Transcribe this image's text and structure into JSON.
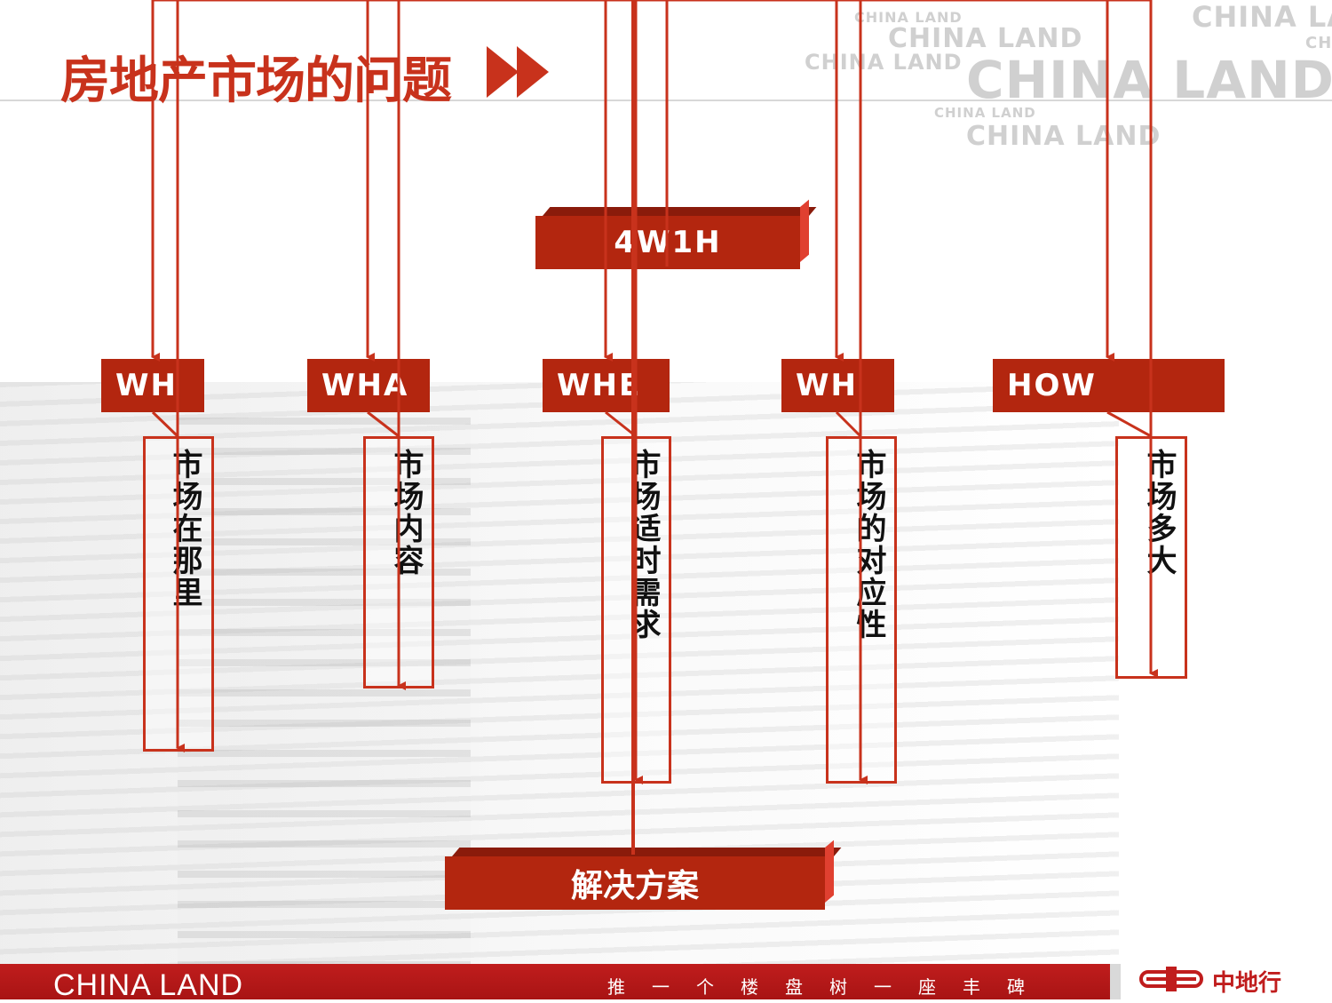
{
  "header": {
    "title": "房地产市场的问题"
  },
  "watermarks": [
    "CHINA LAND",
    "CHINA LAND",
    "CHINA LAND",
    "CHINA LAND",
    "CHINA LAND",
    "CHINA LAND",
    "CHINA LA",
    "CH"
  ],
  "diagram": {
    "root": "4W1H",
    "categories": [
      {
        "label": "WH",
        "description": "市场在那里"
      },
      {
        "label": "WHA",
        "description": "市场内容"
      },
      {
        "label": "WHE",
        "description": "市场适时需求"
      },
      {
        "label": "WH",
        "description": "市场的对应性"
      },
      {
        "label": "HOW",
        "description": "市场多大"
      }
    ],
    "result": "解决方案"
  },
  "footer": {
    "brand": "CHINA LAND",
    "slogan": "推一个楼盘树一座丰碑",
    "company": "中地行"
  },
  "colors": {
    "accent": "#c8321c",
    "box": "#b3260f",
    "footer": "#c01d1d"
  }
}
